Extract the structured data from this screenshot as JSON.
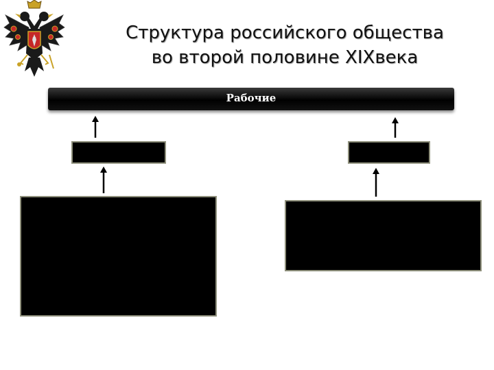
{
  "slide": {
    "title_line1": "Структура российского общества",
    "title_line2": "во второй половине XIXвека",
    "top_label": "Рабочие"
  },
  "emblem": "double-headed-eagle-coat-of-arms",
  "colors": {
    "box_fill": "#000000",
    "box_border": "#8e8f7b",
    "arrow": "#000000",
    "emblem_gold": "#c9a227",
    "emblem_red": "#c62828"
  }
}
